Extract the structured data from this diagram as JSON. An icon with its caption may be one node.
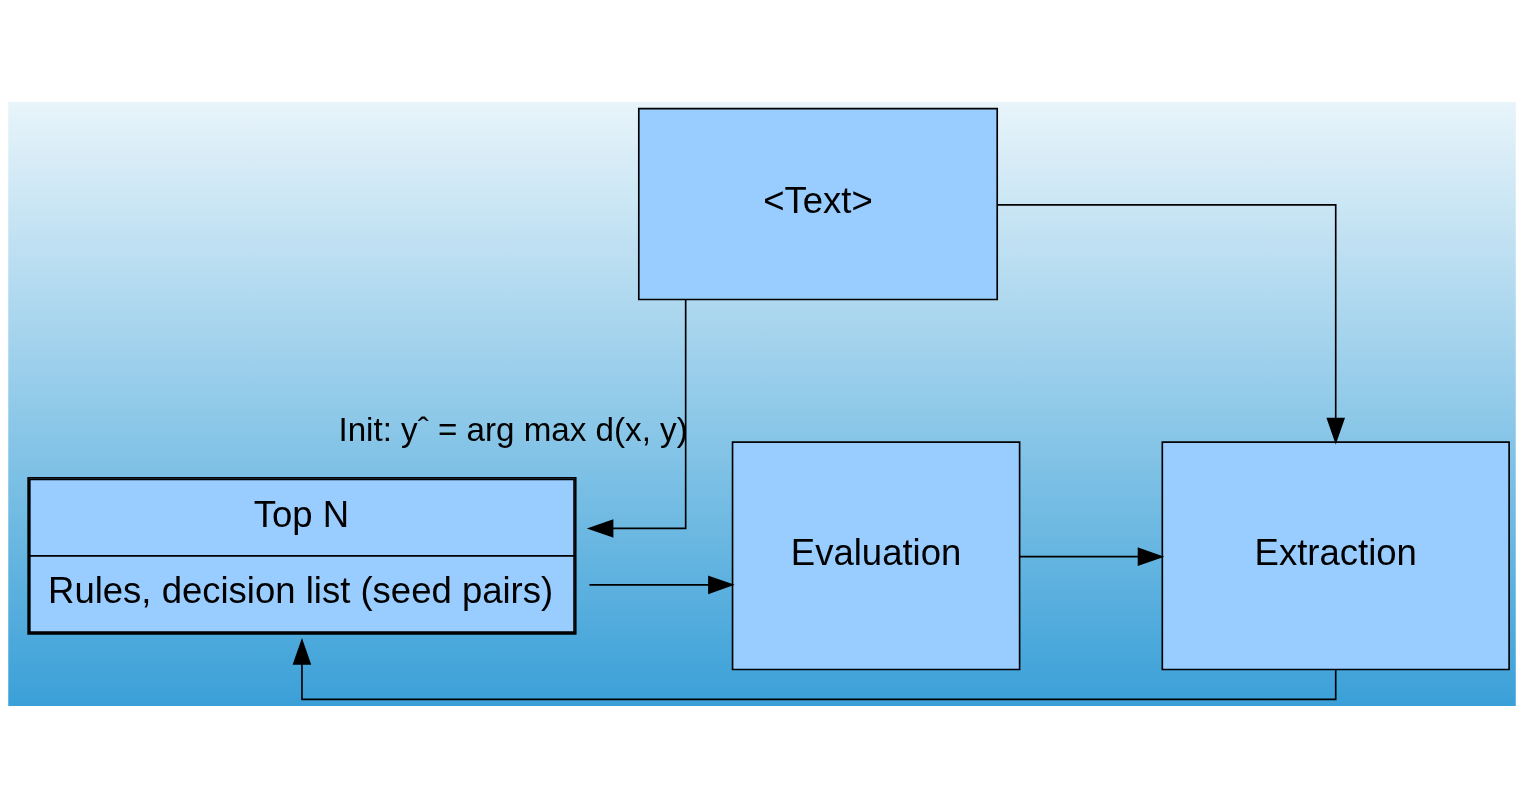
{
  "diagram": {
    "nodes": [
      {
        "text": [
          "<Text>"
        ]
      },
      {
        "text": [
          "Top N",
          "Rules, decision list (seed pairs)"
        ]
      },
      {
        "text": [
          "Evaluation"
        ]
      },
      {
        "text": [
          "Extraction"
        ]
      }
    ],
    "edges": [
      {
        "from": 0,
        "to": 1,
        "arrow": "to",
        "label": "Init: yˆ = arg max d(x, y)"
      },
      {
        "from": 0,
        "to": 3,
        "arrow": "to"
      },
      {
        "from": 1,
        "to": 2,
        "arrow": "to"
      },
      {
        "from": 2,
        "to": 3,
        "arrow": "to"
      },
      {
        "from": 3,
        "to": 1,
        "arrow": "to"
      }
    ]
  }
}
